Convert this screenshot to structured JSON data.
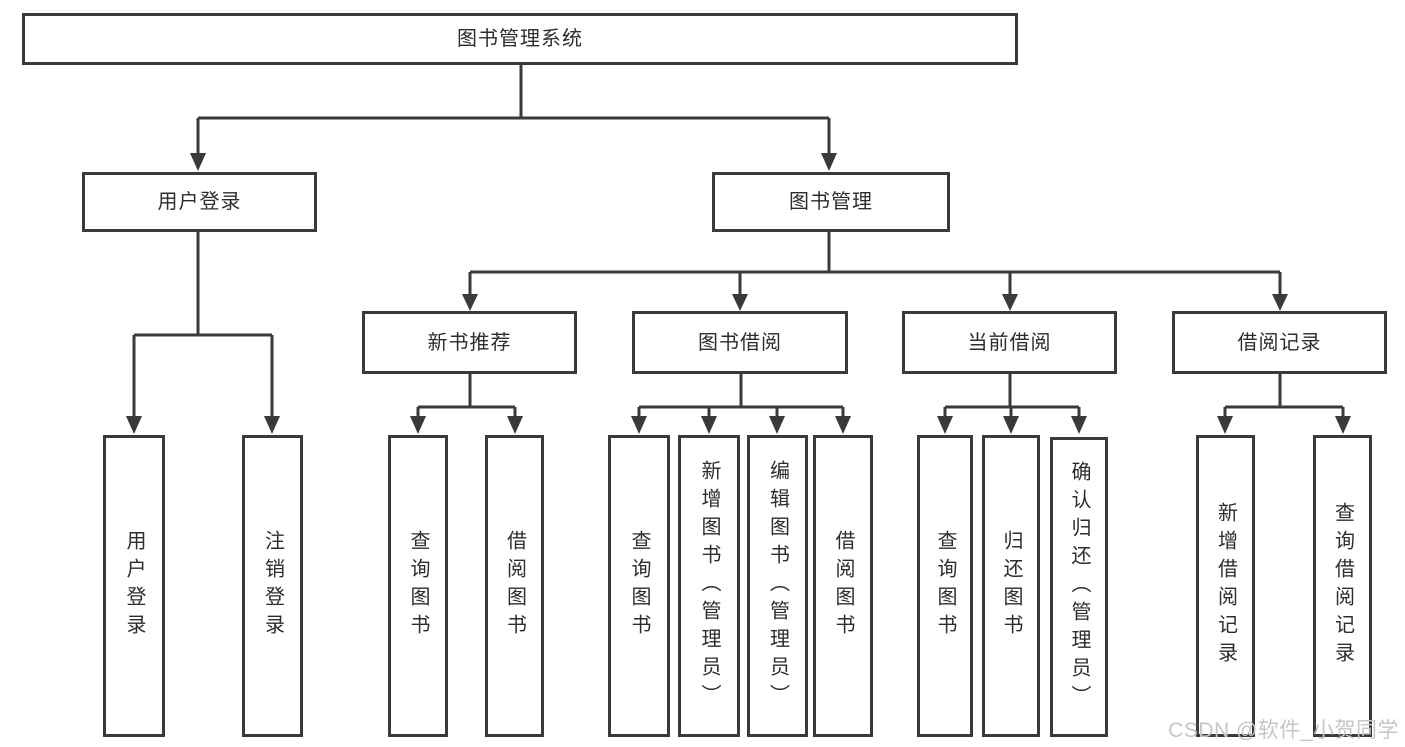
{
  "tree": {
    "label": "图书管理系统",
    "children": [
      {
        "label": "用户登录",
        "children": [
          {
            "label": "用户登录"
          },
          {
            "label": "注销登录"
          }
        ]
      },
      {
        "label": "图书管理",
        "children": [
          {
            "label": "新书推荐",
            "children": [
              {
                "label": "查询图书"
              },
              {
                "label": "借阅图书"
              }
            ]
          },
          {
            "label": "图书借阅",
            "children": [
              {
                "label": "查询图书"
              },
              {
                "label": "新增图书（管理员）"
              },
              {
                "label": "编辑图书（管理员）"
              },
              {
                "label": "借阅图书"
              }
            ]
          },
          {
            "label": "当前借阅",
            "children": [
              {
                "label": "查询图书"
              },
              {
                "label": "归还图书"
              },
              {
                "label": "确认归还（管理员）"
              }
            ]
          },
          {
            "label": "借阅记录",
            "children": [
              {
                "label": "新增借阅记录"
              },
              {
                "label": "查询借阅记录"
              }
            ]
          }
        ]
      }
    ]
  },
  "watermark": "CSDN @软件_小贺同学",
  "colors": {
    "line": "#3a3a3a",
    "text": "#2d2d2d",
    "box_fill": "#ffffff",
    "background": "#ffffff",
    "watermark_color": "#c6c6c6"
  }
}
